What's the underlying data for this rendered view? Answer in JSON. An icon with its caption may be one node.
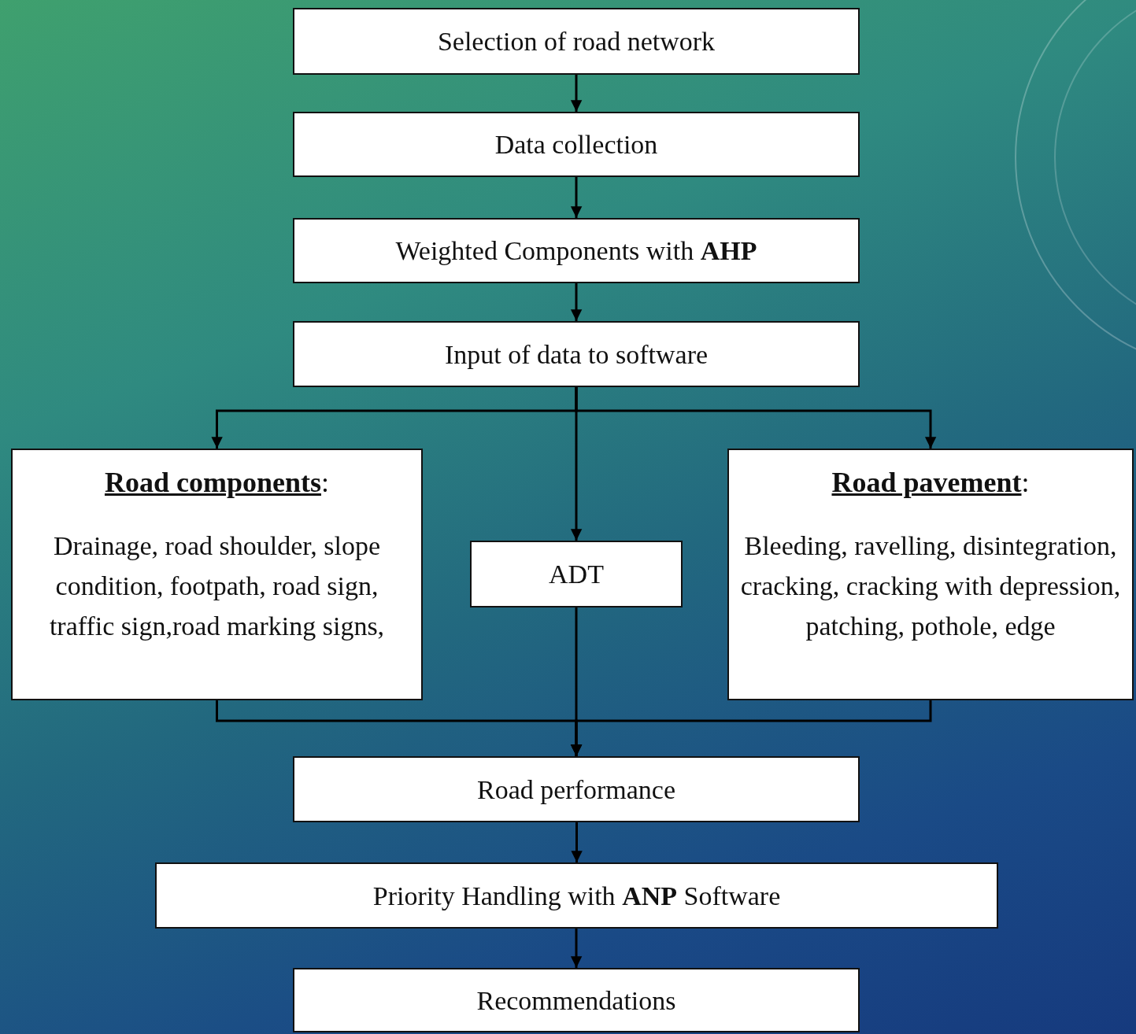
{
  "diagram": {
    "nodes": [
      {
        "text": [
          "Selection of road network"
        ]
      },
      {
        "text": [
          "Data collection"
        ]
      },
      {
        "text": [
          "Weighted Components with **AHP**"
        ]
      },
      {
        "text": [
          "Input of data to software"
        ]
      },
      {
        "text": [
          "**Road components**:",
          "Drainage, road shoulder, slope condition, footpath, road sign, traffic sign,road marking signs,"
        ]
      },
      {
        "text": [
          "ADT"
        ]
      },
      {
        "text": [
          "**Road pavement**:",
          "Bleeding, ravelling, disintegration, cracking, cracking with depression, patching, pothole, edge"
        ]
      },
      {
        "text": [
          "Road performance"
        ]
      },
      {
        "text": [
          "Priority Handling with **ANP** Software"
        ]
      },
      {
        "text": [
          "Recommendations"
        ]
      }
    ],
    "edges": [
      {
        "from": 0,
        "to": 1,
        "arrow": "to"
      },
      {
        "from": 1,
        "to": 2,
        "arrow": "to"
      },
      {
        "from": 2,
        "to": 3,
        "arrow": "to"
      },
      {
        "from": 3,
        "to": 4,
        "arrow": "to"
      },
      {
        "from": 3,
        "to": 5,
        "arrow": "to"
      },
      {
        "from": 3,
        "to": 6,
        "arrow": "to"
      },
      {
        "from": 4,
        "to": 7,
        "arrow": "to"
      },
      {
        "from": 5,
        "to": 7,
        "arrow": "to"
      },
      {
        "from": 6,
        "to": 7,
        "arrow": "to"
      },
      {
        "from": 7,
        "to": 8,
        "arrow": "to"
      },
      {
        "from": 8,
        "to": 9,
        "arrow": "to"
      }
    ]
  }
}
